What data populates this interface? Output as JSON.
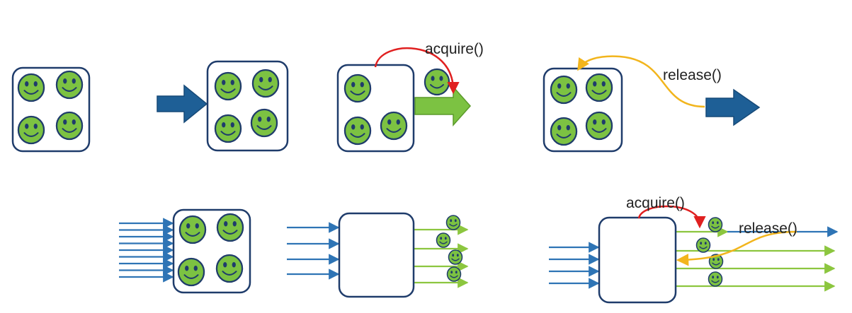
{
  "labels": {
    "acquire_top": "acquire()",
    "release_top": "release()",
    "acquire_bottom": "acquire()",
    "release_bottom": "release()"
  },
  "colors": {
    "box_stroke": "#1f3c6b",
    "face_fill": "#7cc242",
    "face_stroke": "#1f3c6b",
    "arrow_blue": "#1e5f96",
    "arrow_green": "#7cc242",
    "line_blue": "#2e74b5",
    "line_green": "#8cc63f",
    "curve_red": "#e02020",
    "curve_yellow": "#f2b51d"
  },
  "icons": [
    "smiley-face-icon",
    "right-arrow-icon",
    "curved-arrow-icon"
  ]
}
